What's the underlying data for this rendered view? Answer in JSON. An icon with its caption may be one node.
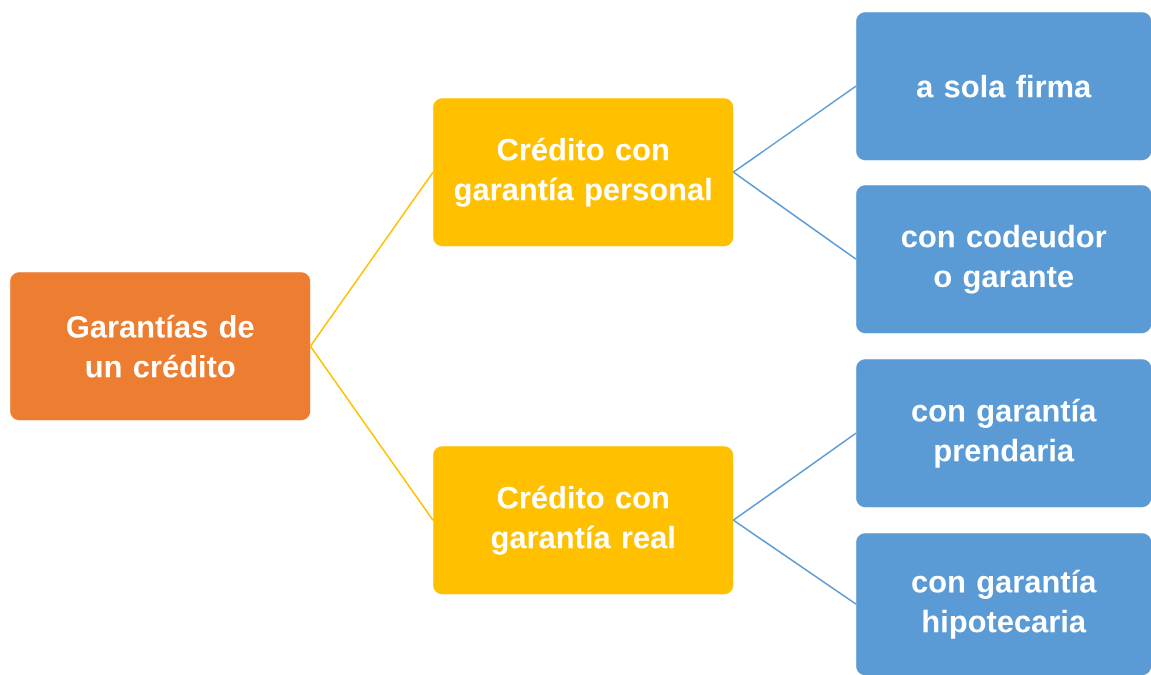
{
  "diagram": {
    "nodes": [
      {
        "text": [
          "Garantías de un crédito"
        ]
      },
      {
        "text": [
          "Crédito con garantía personal"
        ]
      },
      {
        "text": [
          "Crédito con garantía real"
        ]
      },
      {
        "text": [
          "a sola firma"
        ]
      },
      {
        "text": [
          "con codeudor o garante"
        ]
      },
      {
        "text": [
          "con garantía prendaria"
        ]
      },
      {
        "text": [
          "con garantía hipotecaria"
        ]
      }
    ],
    "edges": [
      {
        "from": 0,
        "to": 1,
        "arrow": "none",
        "color": "#ffc000"
      },
      {
        "from": 0,
        "to": 2,
        "arrow": "none",
        "color": "#ffc000"
      },
      {
        "from": 1,
        "to": 3,
        "arrow": "none"
      },
      {
        "from": 1,
        "to": 4,
        "arrow": "none"
      },
      {
        "from": 2,
        "to": 5,
        "arrow": "none"
      },
      {
        "from": 2,
        "to": 6,
        "arrow": "none"
      }
    ]
  }
}
